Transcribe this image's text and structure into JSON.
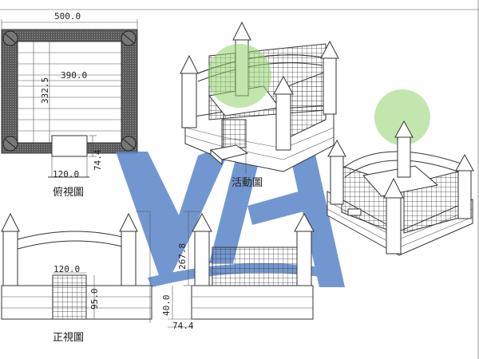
{
  "plan_view": {
    "width_dim": "500.0",
    "inner_width_dim": "390.0",
    "inner_depth_dim": "332.5",
    "step_width_dim": "120.0",
    "step_depth_dim": "74.4",
    "caption": "俯視圖"
  },
  "activity_view": {
    "caption": "活動圖"
  },
  "front_view": {
    "door_width_dim": "120.0",
    "door_height_dim": "95.0",
    "caption": "正視圖"
  },
  "side_view": {
    "height_dim": "267.8",
    "base_dim": "40.0",
    "step_depth_dim": "74.4"
  },
  "watermark": {
    "color": "#5a86c8"
  },
  "accents": {
    "green": "#8fd16a"
  }
}
